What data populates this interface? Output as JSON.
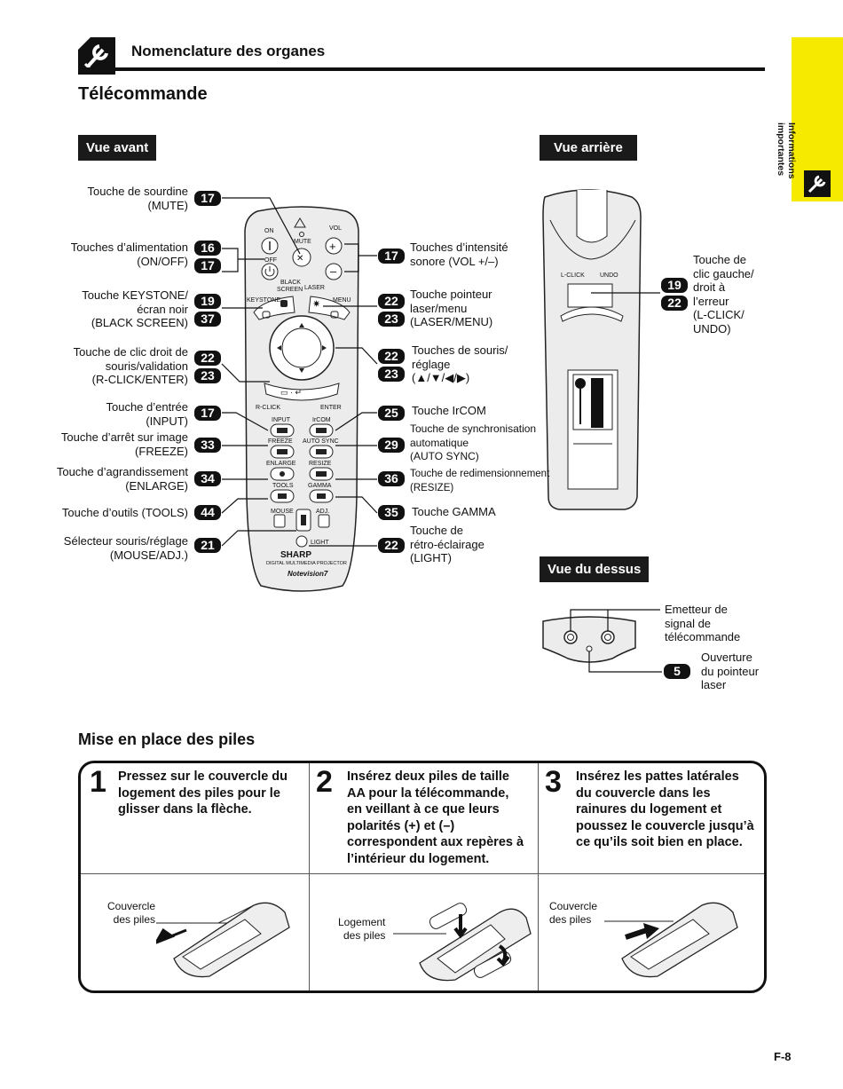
{
  "header": {
    "section": "Nomenclature des organes",
    "tab_lines": [
      "Informations",
      "importantes"
    ]
  },
  "page_title": "Télécommande",
  "sections": {
    "front": "Vue avant",
    "back": "Vue arrière",
    "top": "Vue du dessus"
  },
  "front_labels": [
    {
      "lines": [
        "Touche de sourdine",
        "(MUTE)"
      ],
      "badges": [
        "17"
      ]
    },
    {
      "lines": [
        "Touches d’alimentation",
        "(ON/OFF)"
      ],
      "badges": [
        "16",
        "17"
      ]
    },
    {
      "lines": [
        "Touche KEYSTONE/",
        "écran noir",
        "(BLACK SCREEN)"
      ],
      "badges": [
        "19",
        "37"
      ]
    },
    {
      "lines": [
        "Touche de clic droit de",
        "souris/validation",
        "(R-CLICK/ENTER)"
      ],
      "badges": [
        "22",
        "23"
      ]
    },
    {
      "lines": [
        "Touche d’entrée",
        "(INPUT)"
      ],
      "badges": [
        "17"
      ]
    },
    {
      "lines": [
        "Touche d’arrêt sur image",
        "(FREEZE)"
      ],
      "badges": [
        "33"
      ]
    },
    {
      "lines": [
        "Touche d’agrandissement",
        "(ENLARGE)"
      ],
      "badges": [
        "34"
      ]
    },
    {
      "lines": [
        "Touche d’outils (TOOLS)"
      ],
      "badges": [
        "44"
      ]
    },
    {
      "lines": [
        "Sélecteur souris/réglage",
        "(MOUSE/ADJ.)"
      ],
      "badges": [
        "21"
      ]
    }
  ],
  "right_labels": [
    {
      "lines": [
        "Touches d’intensité",
        "sonore (VOL +/–)"
      ],
      "badges": [
        "17"
      ]
    },
    {
      "lines": [
        "Touche pointeur",
        "laser/menu",
        "(LASER/MENU)"
      ],
      "badges": [
        "22",
        "23"
      ]
    },
    {
      "lines": [
        "Touches de souris/",
        "réglage",
        "(▲/▼/◀/▶)"
      ],
      "badges": [
        "22",
        "23"
      ]
    },
    {
      "lines": [
        "Touche IrCOM"
      ],
      "badges": [
        "25"
      ]
    },
    {
      "lines": [
        "Touche de synchronisation",
        "automatique",
        "(AUTO SYNC)"
      ],
      "badges": [
        "29"
      ]
    },
    {
      "lines": [
        "Touche de redimensionnement",
        "(RESIZE)"
      ],
      "badges": [
        "36"
      ]
    },
    {
      "lines": [
        "Touche GAMMA"
      ],
      "badges": [
        "35"
      ]
    },
    {
      "lines": [
        "Touche de",
        "rétro-éclairage",
        "(LIGHT)"
      ],
      "badges": [
        "22"
      ]
    }
  ],
  "remote_text": {
    "on": "ON",
    "off": "OFF",
    "mute": "MUTE",
    "vol": "VOL",
    "black": "BLACK",
    "screen": "SCREEN",
    "laser": "LASER",
    "keystone": "KEYSTONE",
    "menu": "MENU",
    "rclick": "R-CLICK",
    "enter": "ENTER",
    "input": "INPUT",
    "ircom": "IrCOM",
    "freeze": "FREEZE",
    "autosync": "AUTO SYNC",
    "enlarge": "ENLARGE",
    "resize": "RESIZE",
    "tools": "TOOLS",
    "gamma": "GAMMA",
    "mouse": "MOUSE",
    "adj": "ADJ.",
    "light": "LIGHT",
    "brand": "SHARP",
    "product": "DIGITAL MULTIMEDIA PROJECTOR",
    "model": "Notevision7",
    "lclick": "L-CLICK",
    "undo": "UNDO"
  },
  "back_label": {
    "lines": [
      "Touche de",
      "clic gauche/",
      "droit à",
      "l’erreur",
      "(L-CLICK/",
      "UNDO)"
    ],
    "badges": [
      "19",
      "22"
    ]
  },
  "top_labels": [
    {
      "lines": [
        "Emetteur de",
        "signal de",
        "télécommande"
      ],
      "badges": []
    },
    {
      "lines": [
        "Ouverture",
        "du pointeur",
        "laser"
      ],
      "badges": [
        "5"
      ]
    }
  ],
  "batteries": {
    "title": "Mise en place des piles",
    "steps": [
      {
        "num": "1",
        "lines": [
          "Pressez sur le couvercle du",
          "logement des piles pour le",
          "glisser dans la flèche."
        ],
        "caption": [
          "Couvercle",
          "des piles"
        ]
      },
      {
        "num": "2",
        "lines": [
          "Insérez deux piles de taille",
          "AA pour la télécommande,",
          "en veillant à ce que leurs",
          "polarités (+) et (–)",
          "correspondent aux repères à",
          "l’intérieur du logement."
        ],
        "caption": [
          "Logement",
          "des piles"
        ]
      },
      {
        "num": "3",
        "lines": [
          "Insérez les pattes latérales",
          "du couvercle dans les",
          "rainures du logement et",
          "poussez le couvercle jusqu’à",
          "ce qu’ils soit bien en place."
        ],
        "caption": [
          "Couvercle",
          "des piles"
        ]
      }
    ]
  },
  "page_number": "F-8"
}
